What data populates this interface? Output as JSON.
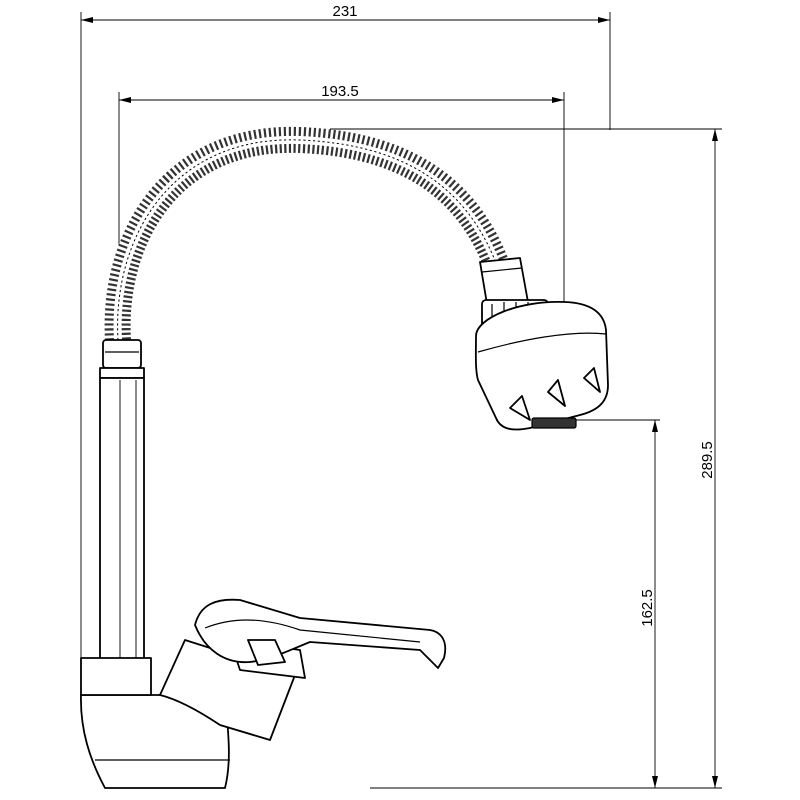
{
  "dimensions": {
    "overall_width": "231",
    "spout_reach": "193.5",
    "overall_height": "289.5",
    "outlet_height": "162.5"
  },
  "colors": {
    "line": "#000000",
    "background": "#ffffff",
    "hose_fill": "#333333"
  }
}
